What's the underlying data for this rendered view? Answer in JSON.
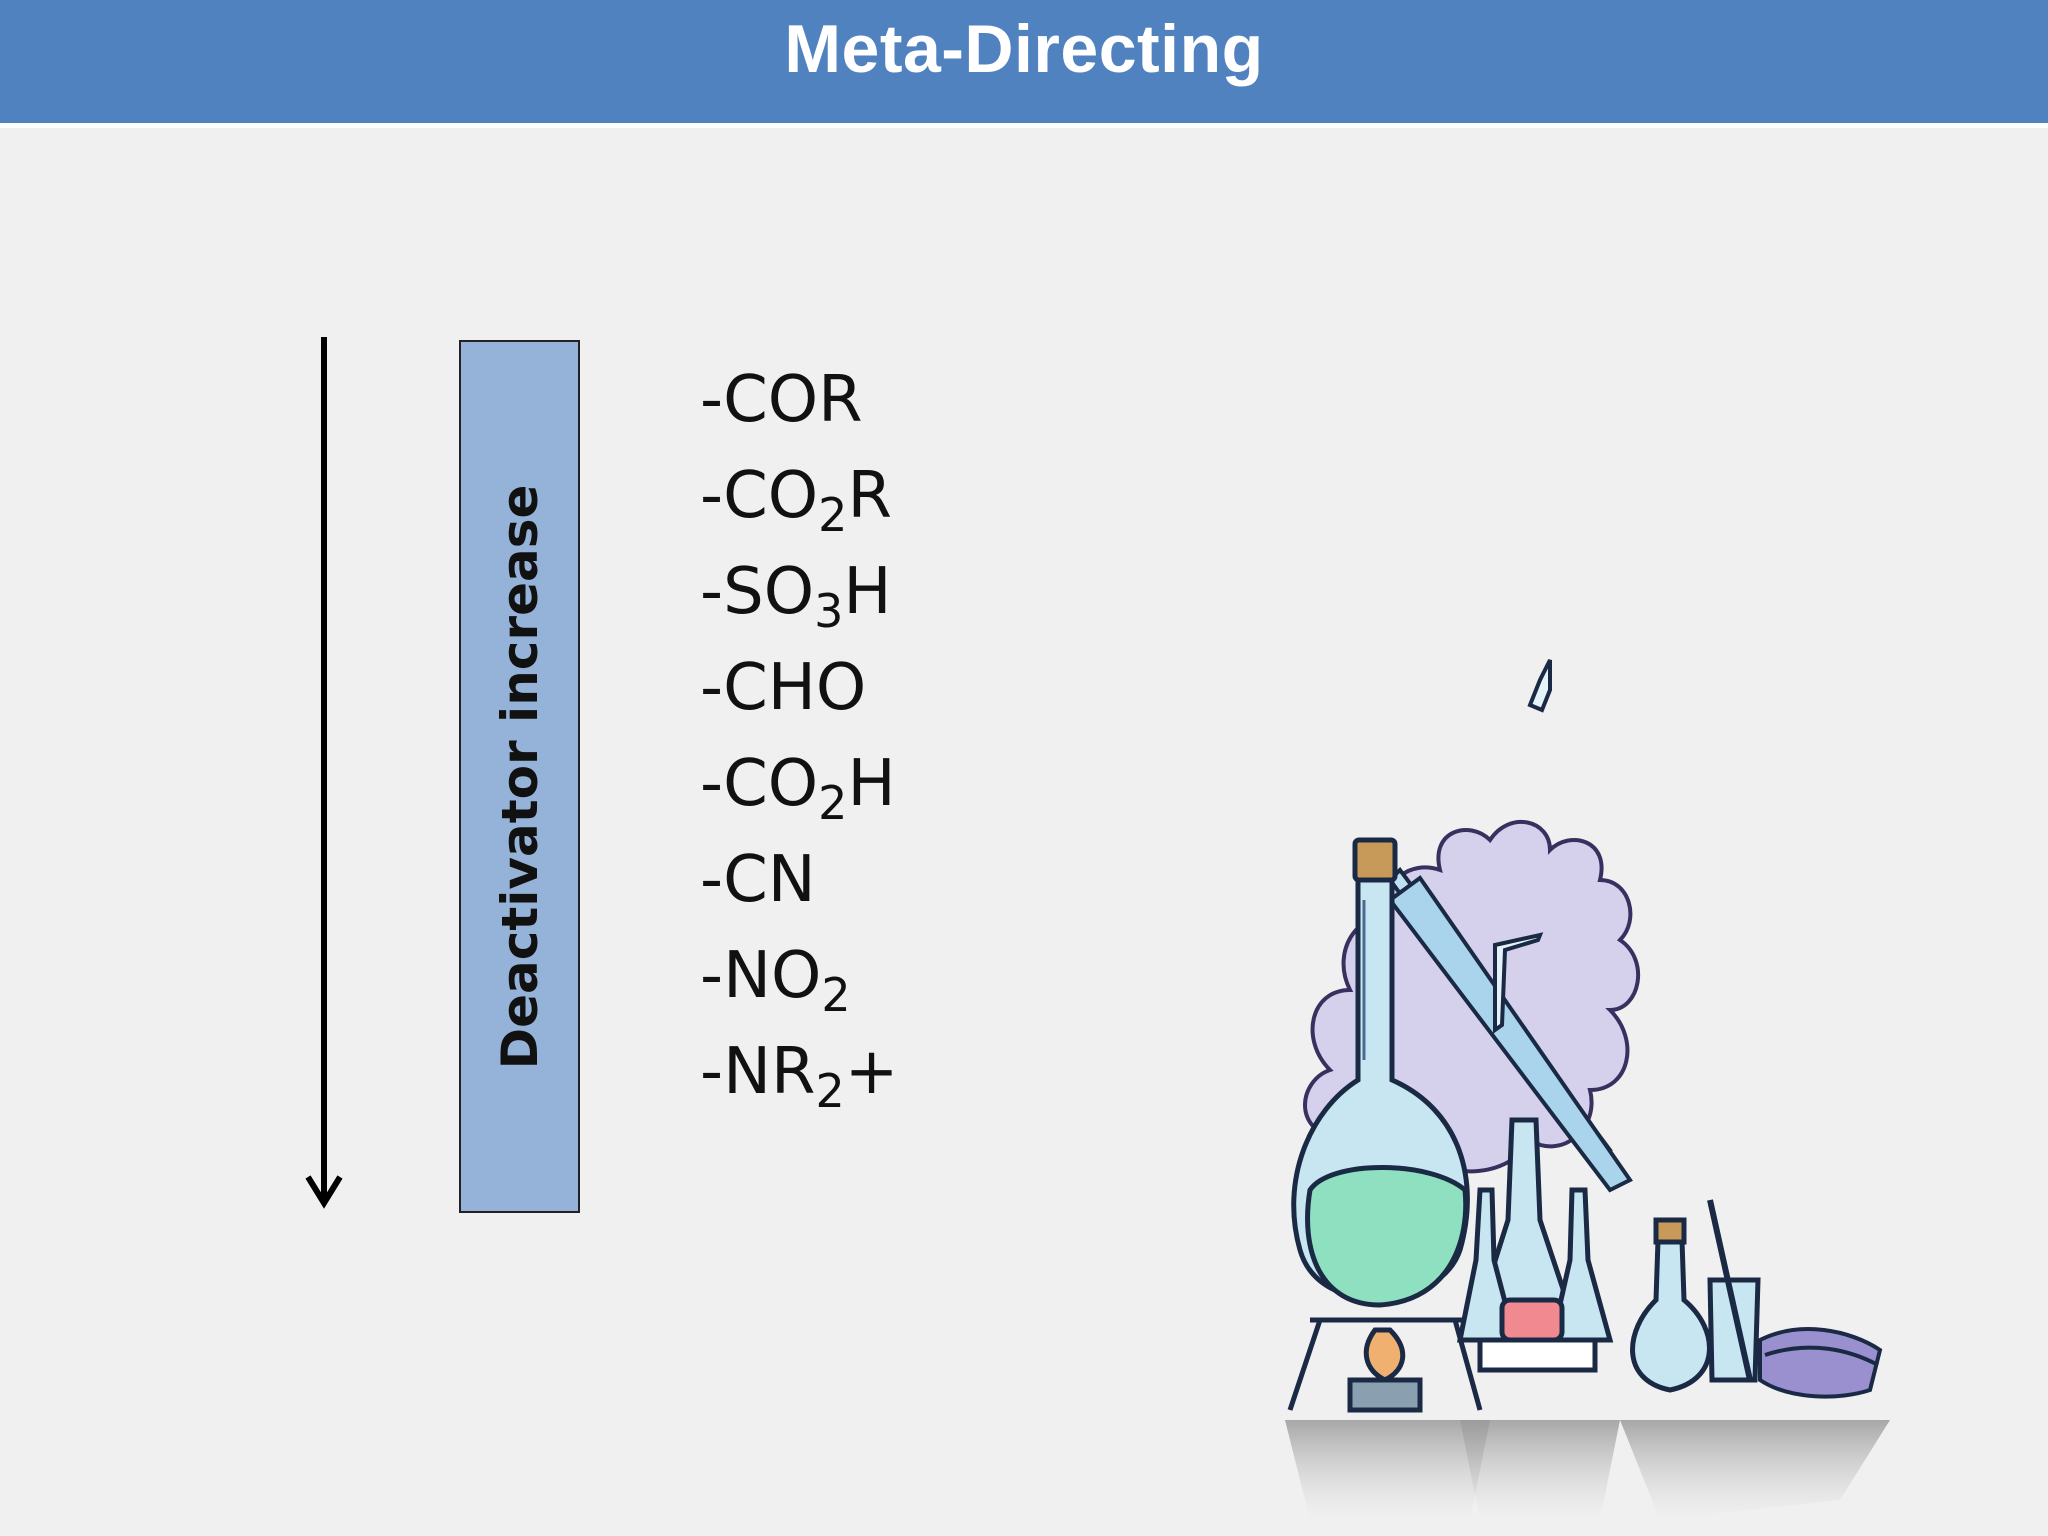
{
  "slide": {
    "title": "Meta-Directing",
    "scale_label": "Deactivator increase",
    "groups": [
      {
        "prefix": "-COR",
        "sub": "",
        "suffix": ""
      },
      {
        "prefix": "-CO",
        "sub": "2",
        "suffix": "R"
      },
      {
        "prefix": "-SO",
        "sub": "3",
        "suffix": "H"
      },
      {
        "prefix": "-CHO",
        "sub": "",
        "suffix": ""
      },
      {
        "prefix": "-CO",
        "sub": "2",
        "suffix": "H"
      },
      {
        "prefix": "-CN",
        "sub": "",
        "suffix": ""
      },
      {
        "prefix": "-NO",
        "sub": "2",
        "suffix": ""
      },
      {
        "prefix": "-NR",
        "sub": "2",
        "suffix": "+"
      }
    ],
    "illustration": "chemistry-lab-glassware-clipart"
  },
  "colors": {
    "title_bar": "#5182c0",
    "label_box": "#95b3d9",
    "background": "#f1f0f1"
  }
}
